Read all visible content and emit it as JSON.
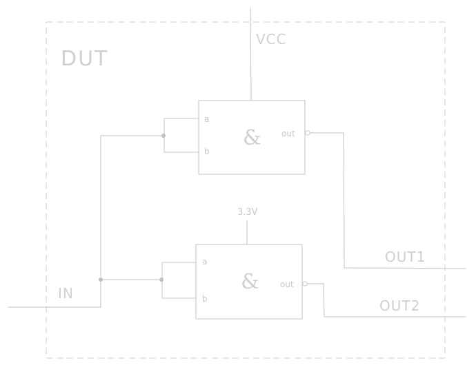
{
  "diagram": {
    "boundary_label": "DUT",
    "nets": {
      "vcc": "VCC",
      "supply_3v3": "3.3V",
      "input": "IN",
      "output_1": "OUT1",
      "output_2": "OUT2"
    },
    "gate_top": {
      "symbol": "&",
      "pin_a": "a",
      "pin_b": "b",
      "pin_out": "out"
    },
    "gate_bottom": {
      "symbol": "&",
      "pin_a": "a",
      "pin_b": "b",
      "pin_out": "out"
    }
  }
}
